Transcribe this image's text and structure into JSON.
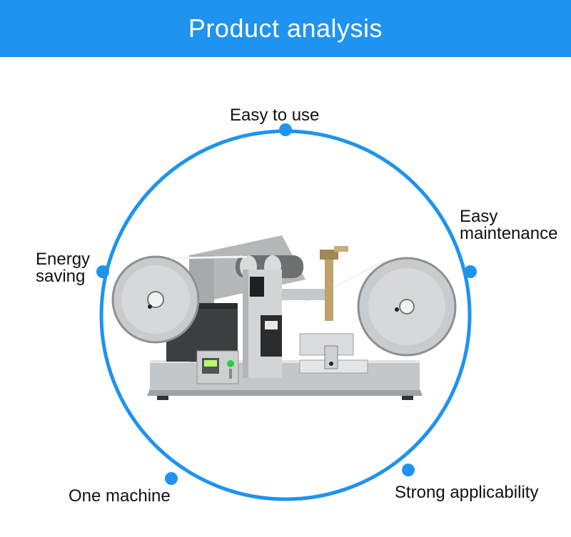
{
  "header": {
    "title": "Product analysis"
  },
  "accent_color": "#1e93f0",
  "features": {
    "top": "Easy to use",
    "right_line1": "Easy",
    "right_line2": "maintenance",
    "left_line1": "Energy",
    "left_line2": "saving",
    "bottom_left": "One machine",
    "bottom_right": "Strong applicability"
  },
  "product_image": {
    "icon": "abrasion-tester-machine"
  }
}
